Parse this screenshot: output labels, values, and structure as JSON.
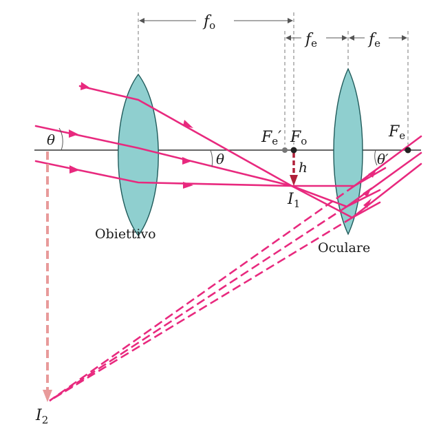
{
  "labels": {
    "f_o": {
      "main": "f",
      "sub": "o"
    },
    "f_e_1": {
      "main": "f",
      "sub": "e"
    },
    "f_e_2": {
      "main": "f",
      "sub": "e"
    },
    "theta_left": "θ",
    "theta_mid": "θ",
    "theta_prime": "θ′",
    "Fe_prime": {
      "main": "F",
      "sub": "e",
      "prime": "′"
    },
    "Fo": {
      "main": "F",
      "sub": "o"
    },
    "Fe": {
      "main": "F",
      "sub": "e"
    },
    "h": "h",
    "I1": {
      "main": "I",
      "sub": "1"
    },
    "I2": {
      "main": "I",
      "sub": "2"
    },
    "objective": "Obiettivo",
    "eyepiece": "Oculare"
  },
  "colors": {
    "ray": "#e8297e",
    "image_arrow_I1": "#b0203a",
    "image_arrow_I2": "#e89a9a",
    "lens_fill": "#8fcfcf"
  }
}
